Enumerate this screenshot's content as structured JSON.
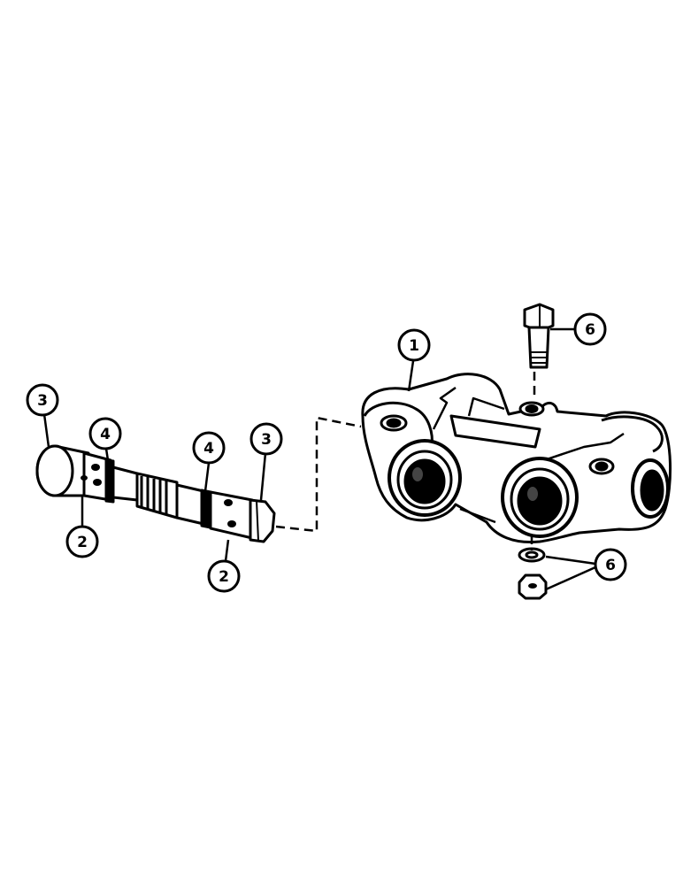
{
  "callouts": {
    "c1": "1",
    "c2a": "2",
    "c2b": "2",
    "c3a": "3",
    "c3b": "3",
    "c4a": "4",
    "c4b": "4",
    "c6a": "6",
    "c6b": "6"
  },
  "colors": {
    "ink": "#000000",
    "paper": "#ffffff"
  }
}
